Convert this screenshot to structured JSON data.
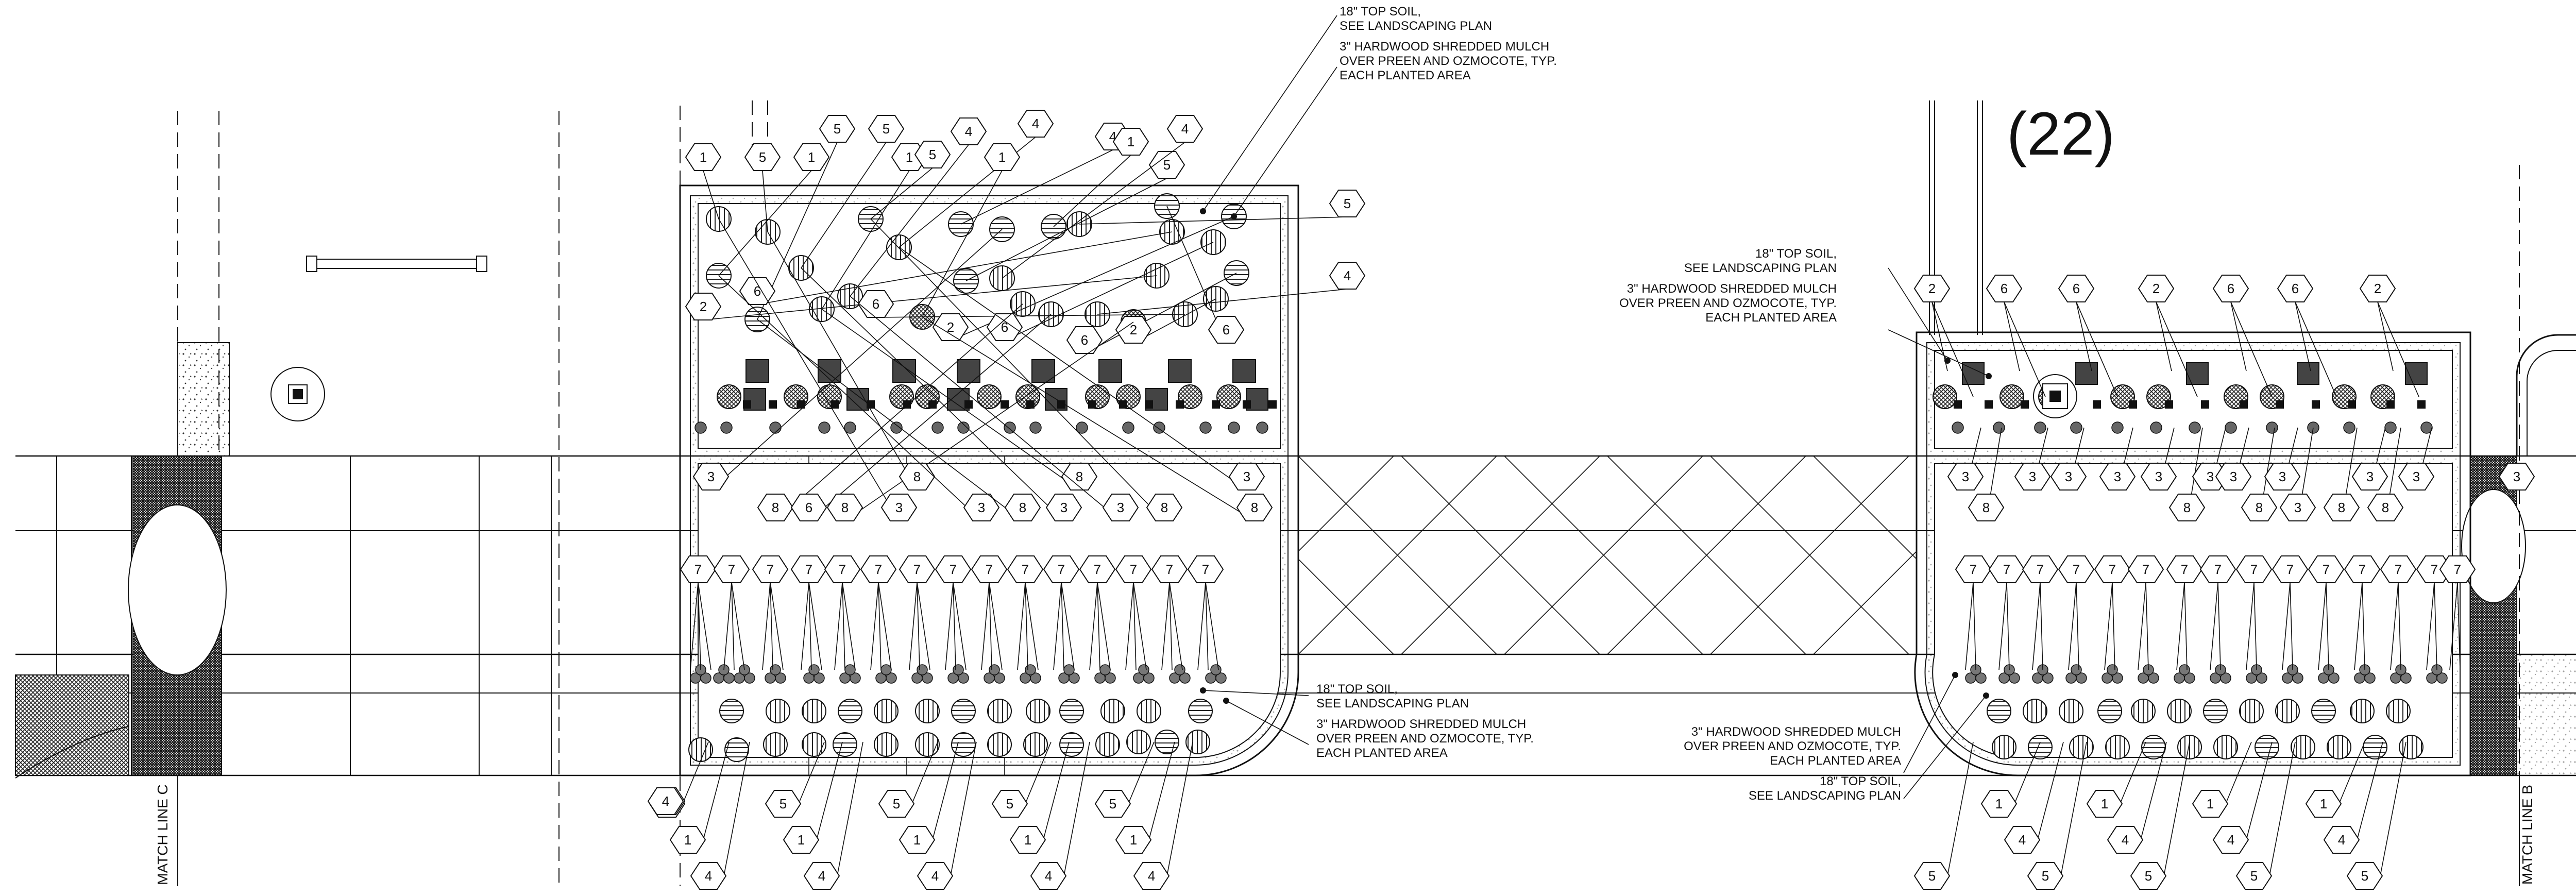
{
  "sheet": {
    "sheet_number": "(22)",
    "match_lines": [
      "MATCH LINE C",
      "MATCH LINE B"
    ]
  },
  "notes": {
    "topsoil": [
      "18\" TOP SOIL,",
      "SEE LANDSCAPING PLAN"
    ],
    "mulch": [
      "3\" HARDWOOD SHREDDED MULCH",
      "OVER PREEN AND OZMOCOTE, TYP.",
      "EACH PLANTED AREA"
    ]
  },
  "note_groups": [
    {
      "name": "note-group-top",
      "topsoil_first": true,
      "align": "start"
    },
    {
      "name": "note-group-right-upper",
      "topsoil_first": true,
      "align": "end"
    },
    {
      "name": "note-group-bottom-left-bed",
      "topsoil_first": true,
      "align": "start"
    },
    {
      "name": "note-group-bottom-right-bed",
      "topsoil_first": false,
      "align": "end"
    }
  ],
  "legend_symbols": {
    "1": "vertical-hatch-circle",
    "2": "crosshatch-circle",
    "3": "small-dot-circle",
    "4": "horizontal-hatch-circle",
    "5": "vertical-hatch-circle",
    "6": "filled-square",
    "7": "dark-cluster",
    "8": "small-filled-square"
  },
  "beds": [
    {
      "name": "planting-bed-left",
      "upper_tags": [
        "1",
        "5",
        "1",
        "5",
        "5",
        "1",
        "4",
        "5",
        "4",
        "1",
        "4",
        "5",
        "4",
        "1",
        "5",
        "4",
        "2",
        "6",
        "6",
        "2",
        "6",
        "6",
        "2",
        "6",
        "3",
        "8",
        "6",
        "8",
        "3",
        "8",
        "3",
        "8",
        "3",
        "8",
        "3",
        "8",
        "3",
        "8"
      ],
      "lower_tags": [
        "7",
        "7",
        "7",
        "7",
        "7",
        "7",
        "7",
        "7",
        "7",
        "7",
        "7",
        "7",
        "7",
        "7",
        "7",
        "4",
        "1",
        "4",
        "5",
        "1",
        "4",
        "5",
        "1",
        "4",
        "5",
        "1",
        "4",
        "5",
        "1",
        "4"
      ]
    },
    {
      "name": "planting-bed-right",
      "upper_tags": [
        "2",
        "6",
        "6",
        "2",
        "6",
        "6",
        "2",
        "3",
        "8",
        "3",
        "3",
        "3",
        "3",
        "8",
        "3",
        "3",
        "8",
        "3",
        "3",
        "8",
        "3",
        "8",
        "3"
      ],
      "lower_tags": [
        "7",
        "7",
        "7",
        "7",
        "7",
        "7",
        "7",
        "7",
        "7",
        "7",
        "7",
        "7",
        "7",
        "7",
        "7",
        "5",
        "1",
        "4",
        "5",
        "1",
        "4",
        "5",
        "1",
        "4",
        "5",
        "1",
        "4",
        "5"
      ]
    }
  ]
}
